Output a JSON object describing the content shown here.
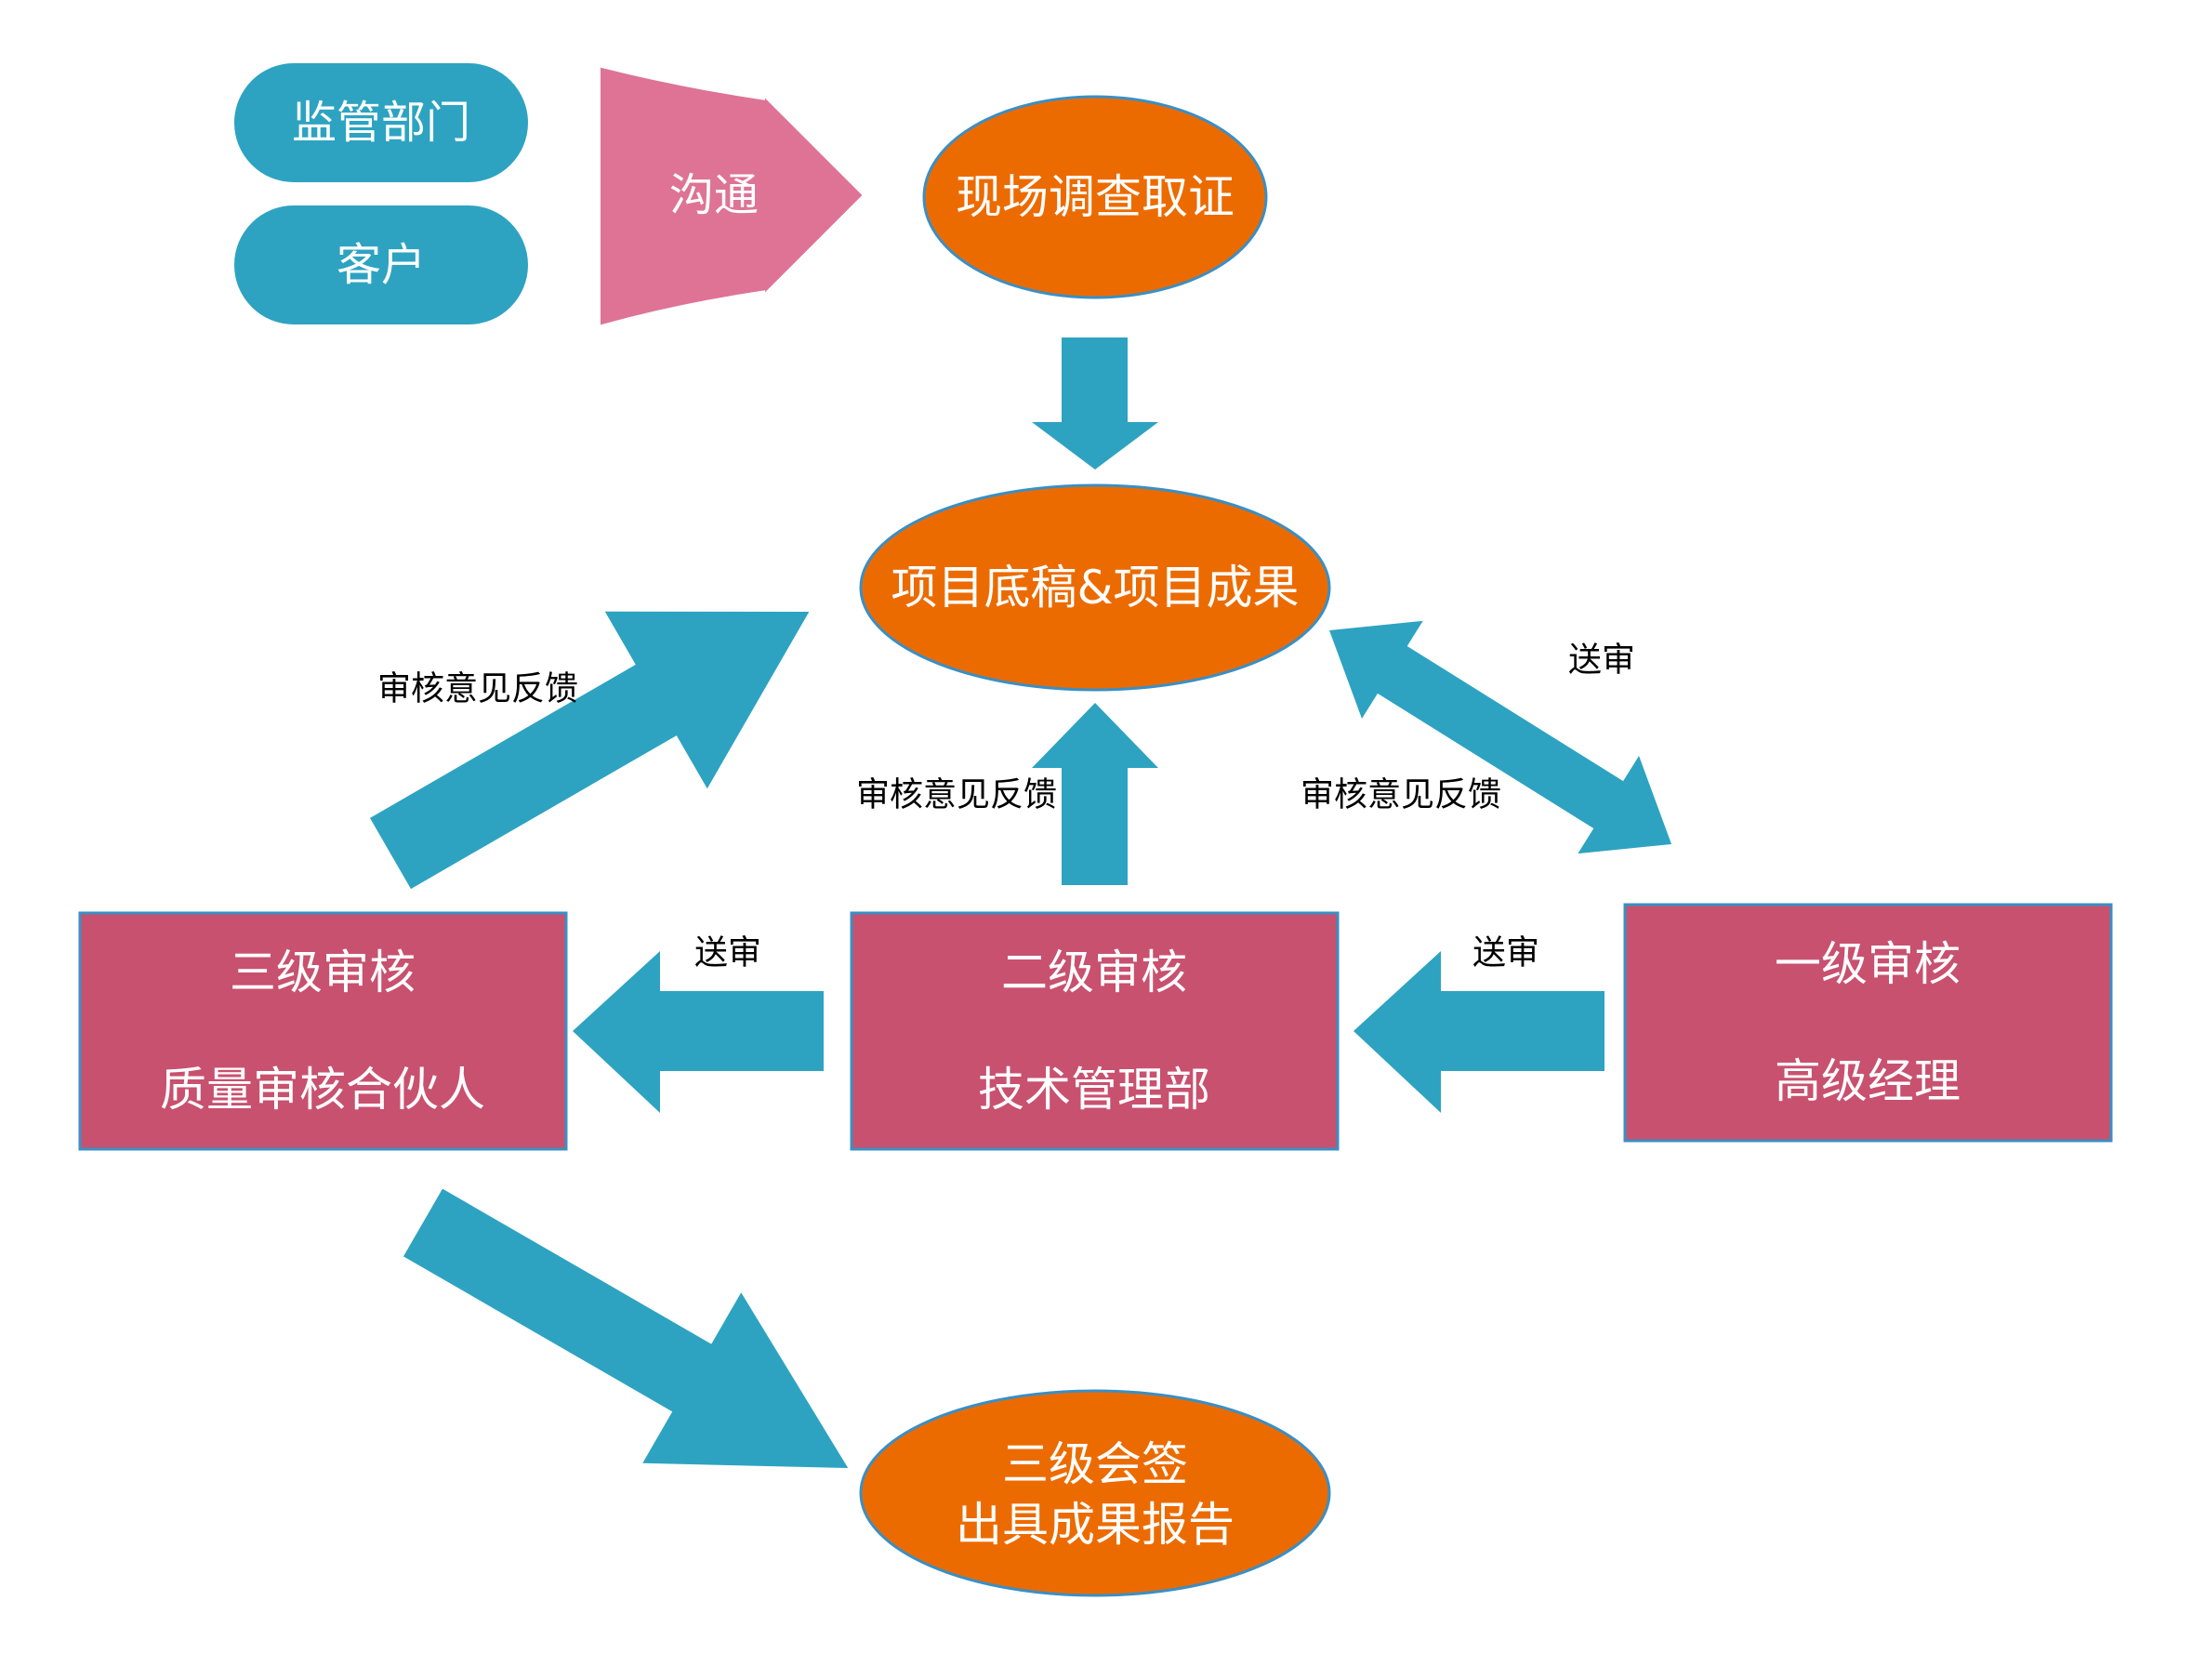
{
  "colors": {
    "teal": "#2DA3C1",
    "orange": "#EC6B00",
    "pink_box": "#C8516F",
    "pink_arrow": "#DE7396",
    "box_border": "#3A8FC4",
    "white": "#FFFFFF",
    "black": "#000000"
  },
  "nodes": {
    "regulator": "监管部门",
    "client": "客户",
    "communicate": "沟通",
    "site_investigation": "现场调查取证",
    "project_draft": "项目底稿&项目成果",
    "level3_title": "三级审核",
    "level3_role": "质量审核合伙人",
    "level2_title": "二级审核",
    "level2_role": "技术管理部",
    "level1_title": "一级审核",
    "level1_role": "高级经理",
    "final_line1": "三级会签",
    "final_line2": "出具成果报告"
  },
  "edge_labels": {
    "feedback_left": "审核意见反馈",
    "feedback_center": "审核意见反馈",
    "feedback_right": "审核意见反馈",
    "submit_top_right": "送审",
    "submit_left": "送审",
    "submit_right": "送审"
  }
}
